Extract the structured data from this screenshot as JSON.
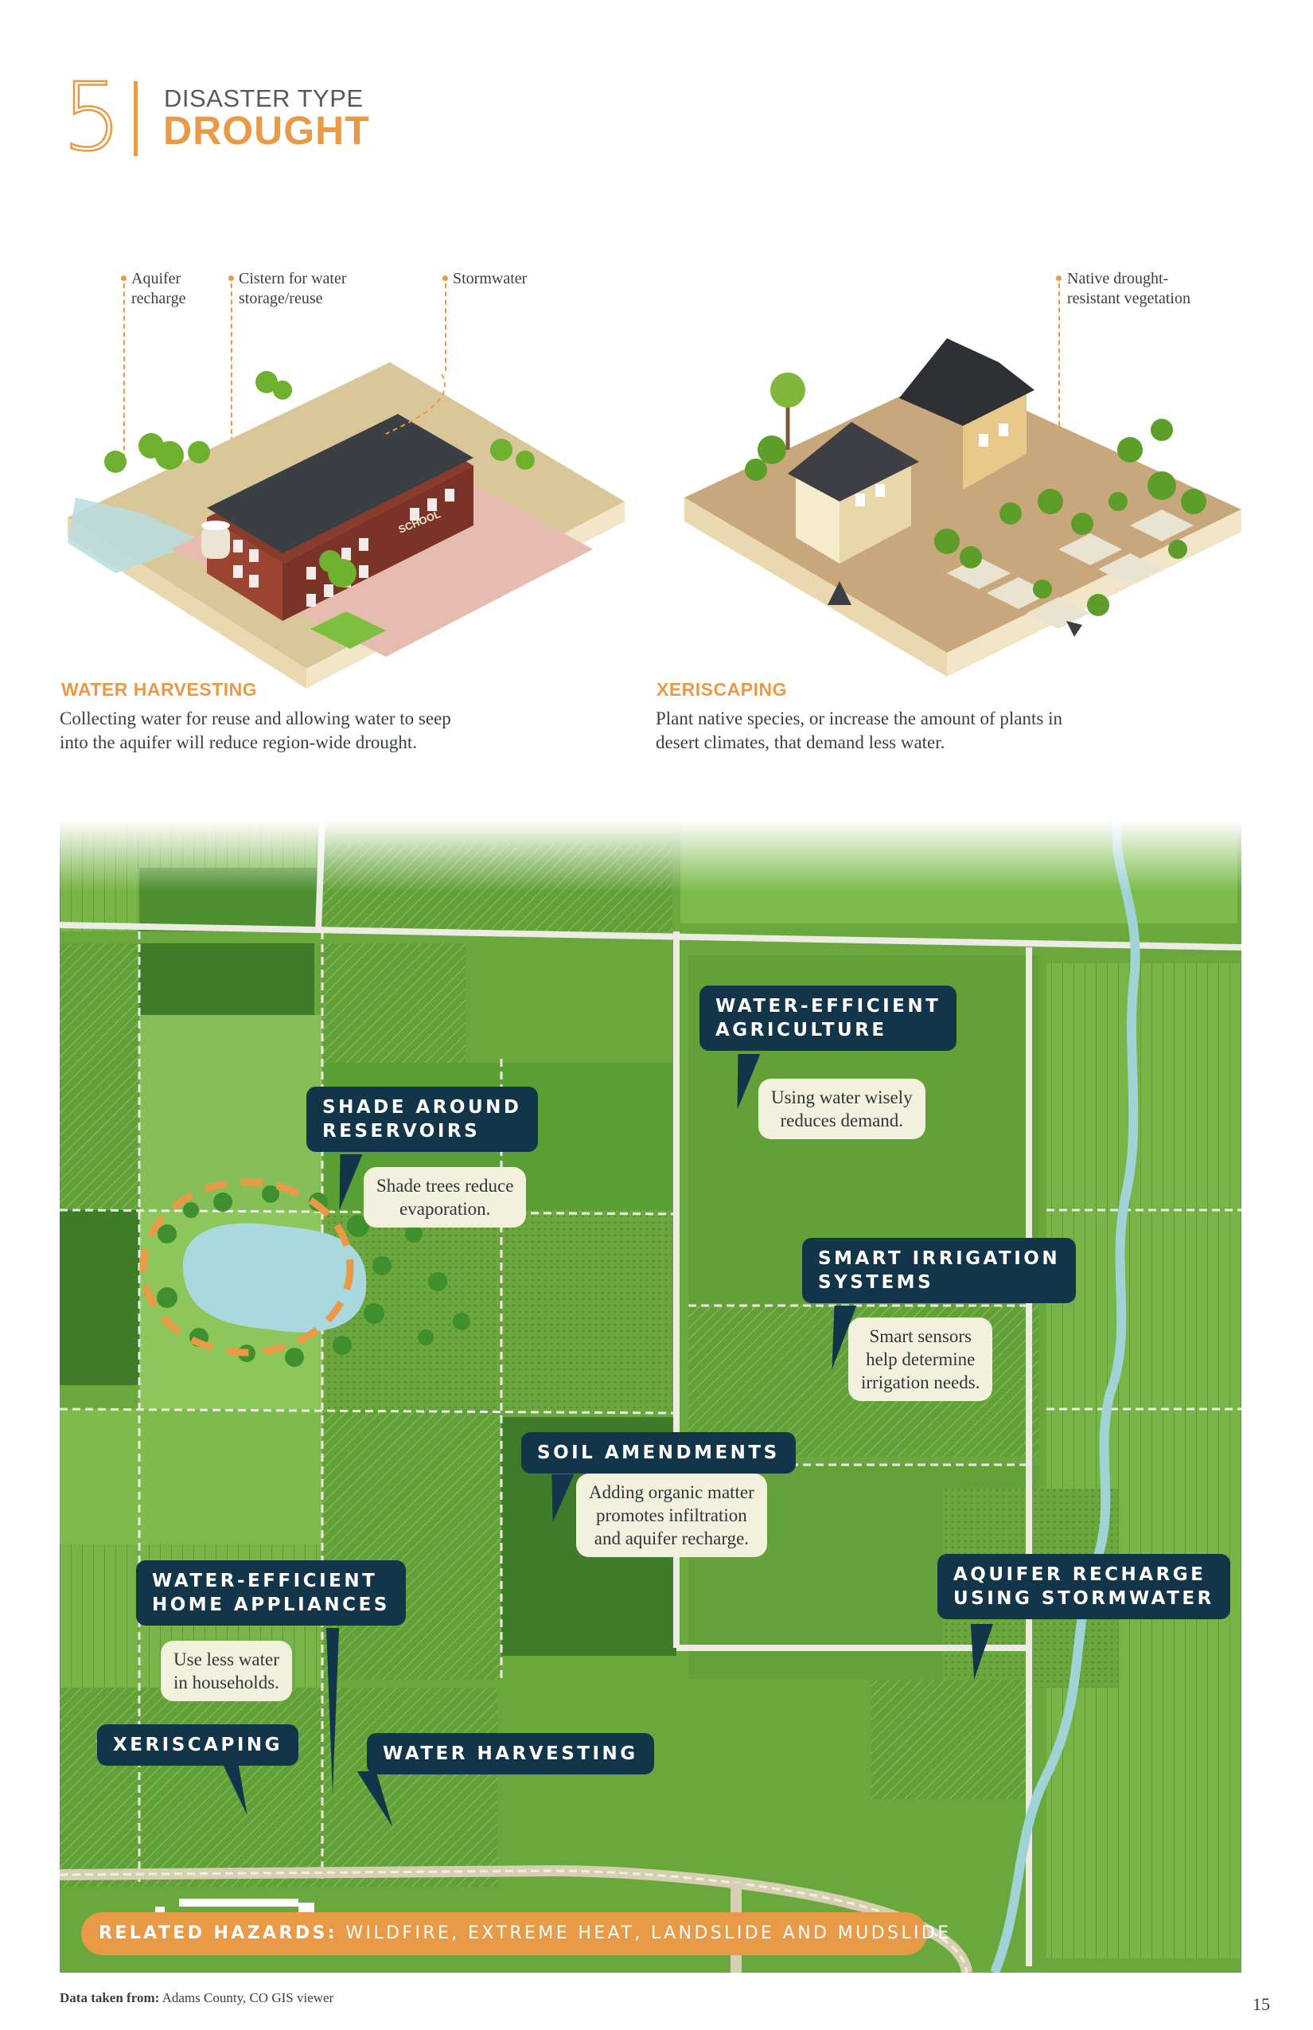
{
  "header": {
    "number": "5",
    "kicker": "DISASTER TYPE",
    "title": "DROUGHT"
  },
  "illustration_callouts": {
    "aquifer": "Aquifer\nrecharge",
    "cistern": "Cistern for water\nstorage/reuse",
    "stormwater": "Stormwater",
    "native": "Native drought-\nresistant vegetation",
    "school_sign": "SCHOOL"
  },
  "sections": {
    "water_harvesting": {
      "label": "WATER HARVESTING",
      "text": "Collecting water for reuse and allowing water to seep into the aquifer will reduce region-wide drought."
    },
    "xeriscaping": {
      "label": "XERISCAPING",
      "text": "Plant native species, or increase the amount of plants in desert climates, that demand less water."
    }
  },
  "map_tags": {
    "water_efficient_agriculture": {
      "label": "WATER-EFFICIENT\nAGRICULTURE",
      "note": "Using water wisely\nreduces demand."
    },
    "shade_reservoirs": {
      "label": "SHADE AROUND\nRESERVOIRS",
      "note": "Shade trees reduce\nevaporation."
    },
    "smart_irrigation": {
      "label": "SMART IRRIGATION\nSYSTEMS",
      "note": "Smart sensors\nhelp determine\nirrigation needs."
    },
    "soil_amendments": {
      "label": "SOIL AMENDMENTS",
      "note": "Adding organic matter\npromotes infiltration\nand aquifer recharge."
    },
    "home_appliances": {
      "label": "WATER-EFFICIENT\nHOME APPLIANCES",
      "note": "Use less water\nin households."
    },
    "aquifer_stormwater": {
      "label": "AQUIFER RECHARGE\nUSING STORMWATER"
    },
    "xeriscaping": {
      "label": "XERISCAPING"
    },
    "water_harvesting": {
      "label": "WATER HARVESTING"
    }
  },
  "related_hazards": {
    "label": "RELATED HAZARDS:",
    "items": "WILDFIRE, EXTREME HEAT, LANDSLIDE AND MUDSLIDE"
  },
  "footer": {
    "source_label": "Data taken from:",
    "source_text": "Adams County, CO GIS viewer",
    "page": "15"
  },
  "colors": {
    "accent": "#e99a47",
    "tag_bg": "#12354a",
    "note_bg": "#f1f1de",
    "grass": "#6aa83e"
  }
}
